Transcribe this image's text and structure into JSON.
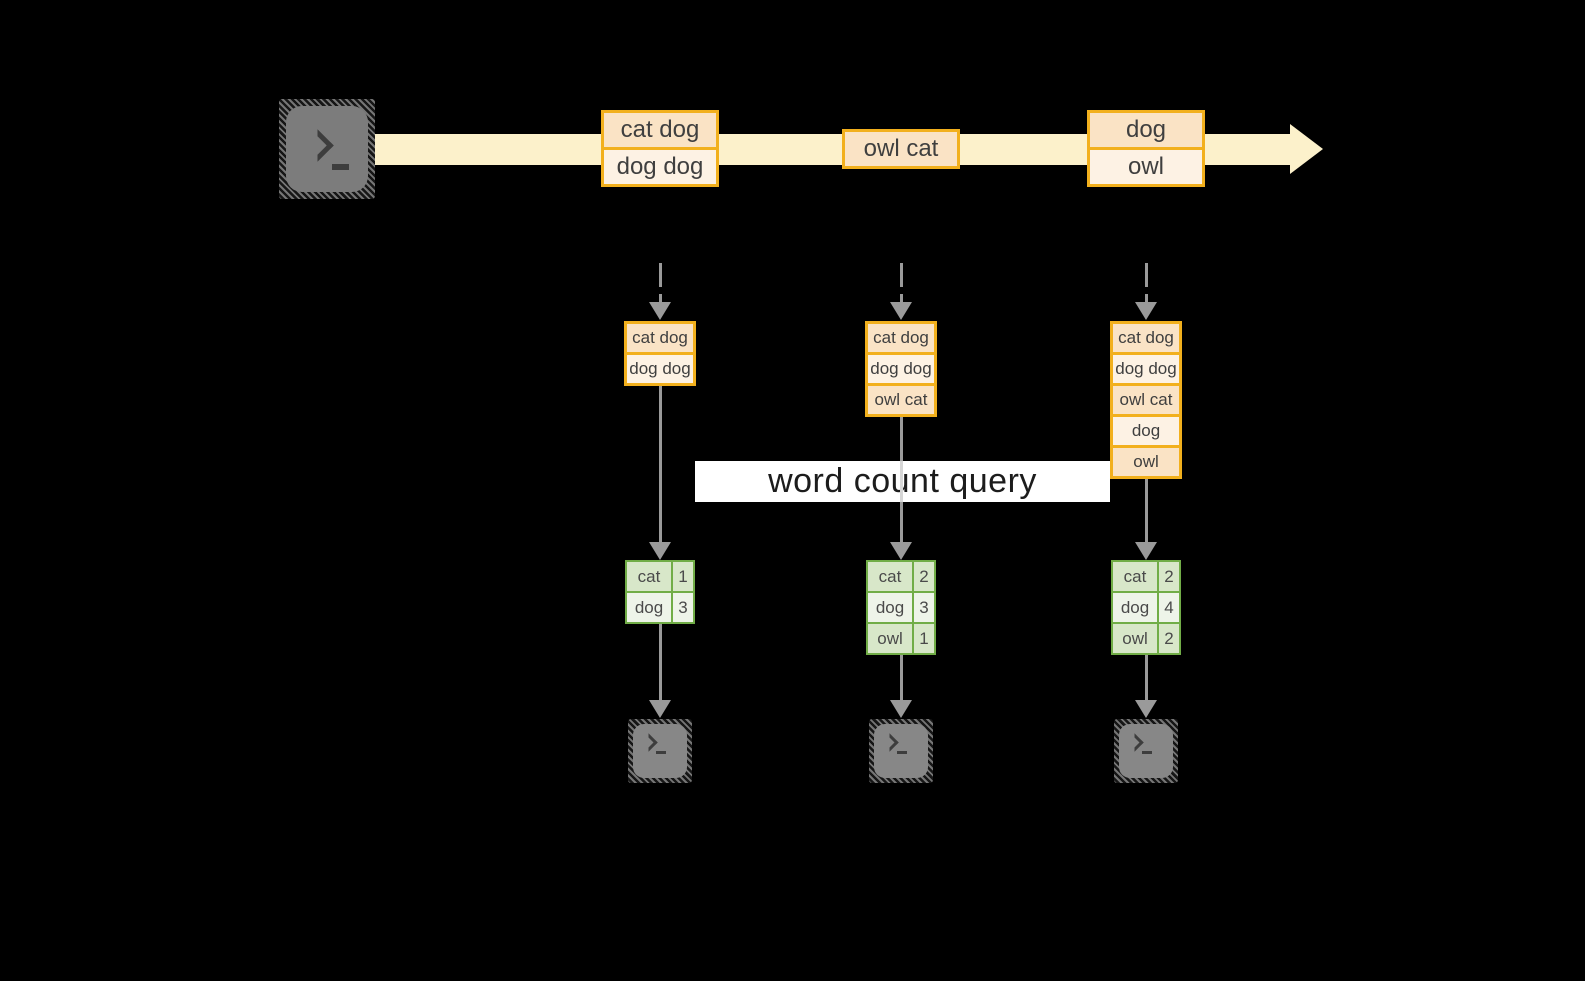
{
  "stream": {
    "events": [
      {
        "cells": [
          "cat dog",
          "dog dog"
        ]
      },
      {
        "cells": [
          "owl cat"
        ]
      },
      {
        "cells": [
          "dog",
          "owl"
        ]
      }
    ]
  },
  "windows": [
    {
      "cells": [
        "cat dog",
        "dog dog"
      ]
    },
    {
      "cells": [
        "cat dog",
        "dog dog",
        "owl cat"
      ]
    },
    {
      "cells": [
        "cat dog",
        "dog dog",
        "owl cat",
        "dog",
        "owl"
      ]
    }
  ],
  "query": {
    "label": "word count query"
  },
  "results": [
    {
      "rows": [
        [
          "cat",
          "1"
        ],
        [
          "dog",
          "3"
        ]
      ]
    },
    {
      "rows": [
        [
          "cat",
          "2"
        ],
        [
          "dog",
          "3"
        ],
        [
          "owl",
          "1"
        ]
      ]
    },
    {
      "rows": [
        [
          "cat",
          "2"
        ],
        [
          "dog",
          "4"
        ],
        [
          "owl",
          "2"
        ]
      ]
    }
  ],
  "icons": {
    "source": "terminal-prompt-icon",
    "sinks": [
      "terminal-prompt-icon",
      "terminal-prompt-icon",
      "terminal-prompt-icon"
    ]
  },
  "colors": {
    "background": "#000000",
    "stream_band": "#fcf1cb",
    "record_border": "#f2b01d",
    "record_fill_dark": "#fae3c5",
    "record_fill_light": "#fdf2e4",
    "table_border": "#71ad47",
    "table_fill_dark": "#d8e7c9",
    "table_fill_light": "#eef4e9",
    "arrow_gray": "#9a9a9a",
    "terminal_gray": "#7c7c7c",
    "text": "#3f3f3f"
  }
}
